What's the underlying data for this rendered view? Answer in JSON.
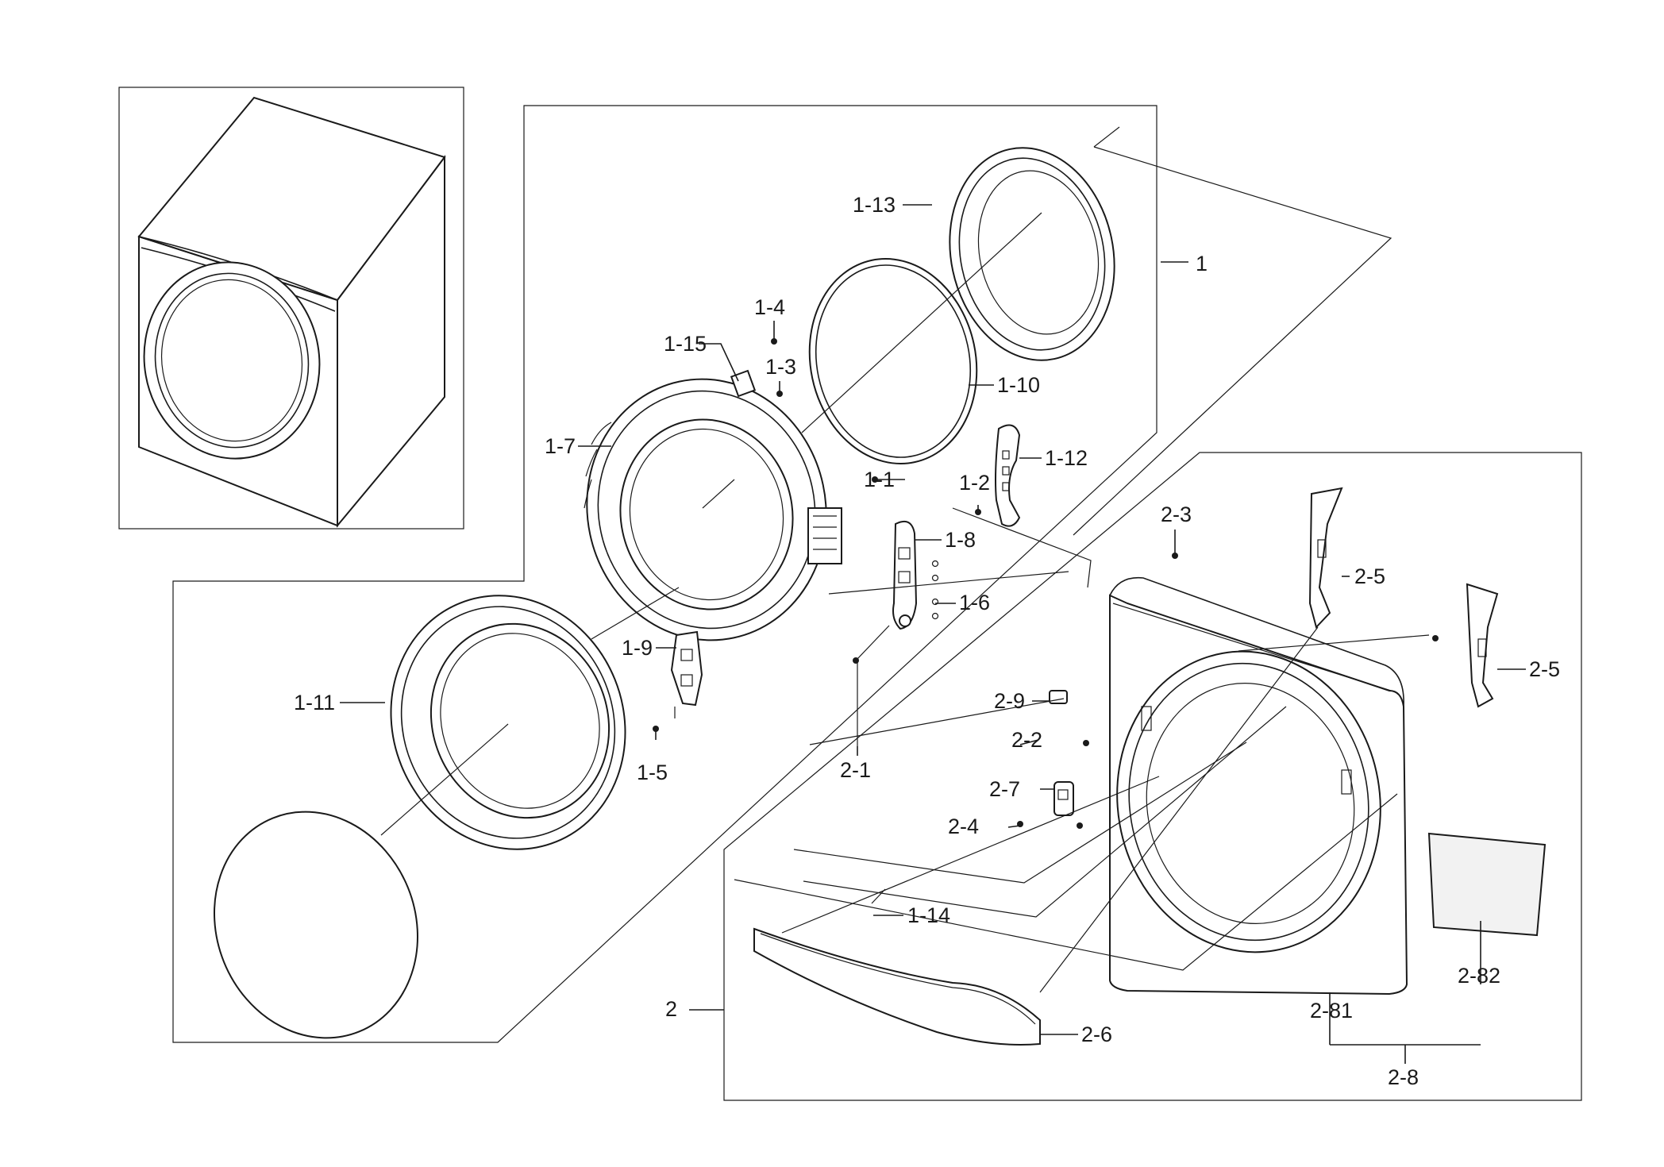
{
  "callouts": {
    "c1": "1",
    "c1_1": "1-1",
    "c1_2": "1-2",
    "c1_3": "1-3",
    "c1_4": "1-4",
    "c1_5": "1-5",
    "c1_6": "1-6",
    "c1_7": "1-7",
    "c1_8": "1-8",
    "c1_9": "1-9",
    "c1_10": "1-10",
    "c1_11": "1-11",
    "c1_12": "1-12",
    "c1_13": "1-13",
    "c1_14": "1-14",
    "c1_15": "1-15",
    "c2": "2",
    "c2_1": "2-1",
    "c2_2": "2-2",
    "c2_3": "2-3",
    "c2_4": "2-4",
    "c2_5a": "2-5",
    "c2_5b": "2-5",
    "c2_6": "2-6",
    "c2_7": "2-7",
    "c2_8": "2-8",
    "c2_9": "2-9",
    "c2_81": "2-81",
    "c2_82": "2-82"
  }
}
